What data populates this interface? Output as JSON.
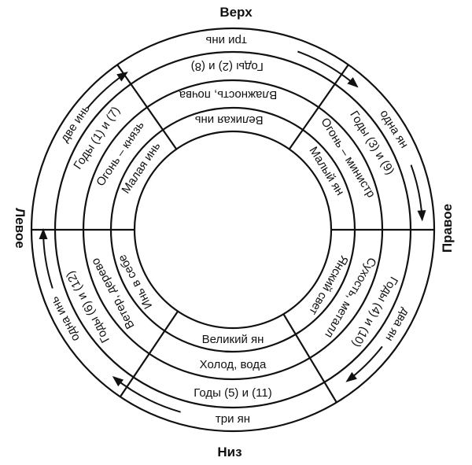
{
  "directions": {
    "top": "Верх",
    "bottom": "Низ",
    "left": "Левое",
    "right": "Правое"
  },
  "outer_ring": {
    "top": "три инь",
    "bottom": "три ян",
    "top_right": "одна ян",
    "bottom_right": "два ян",
    "bottom_left": "одна инь",
    "top_left": "две инь"
  },
  "years_ring": {
    "top": "Годы (2) и (8)",
    "bottom": "Годы (5) и (11)",
    "top_right": "Годы (3) и (9)",
    "bottom_right": "Годы (4) и (10)",
    "bottom_left": "Годы (6) и (12)",
    "top_left": "Годы (1) и (7)"
  },
  "element_ring": {
    "top": "Влажность, почва",
    "bottom": "Холод, вода",
    "top_right": "Огонь – министр",
    "bottom_right": "Сухость, металл",
    "bottom_left": "Ветер, дерево",
    "top_left": "Огонь – князь"
  },
  "inner_ring": {
    "top": "Великая инь",
    "bottom": "Великий ян",
    "top_right": "Малый ян",
    "bottom_right": "Янский свет",
    "bottom_left": "Инь в себе",
    "top_left": "Малая инь"
  }
}
